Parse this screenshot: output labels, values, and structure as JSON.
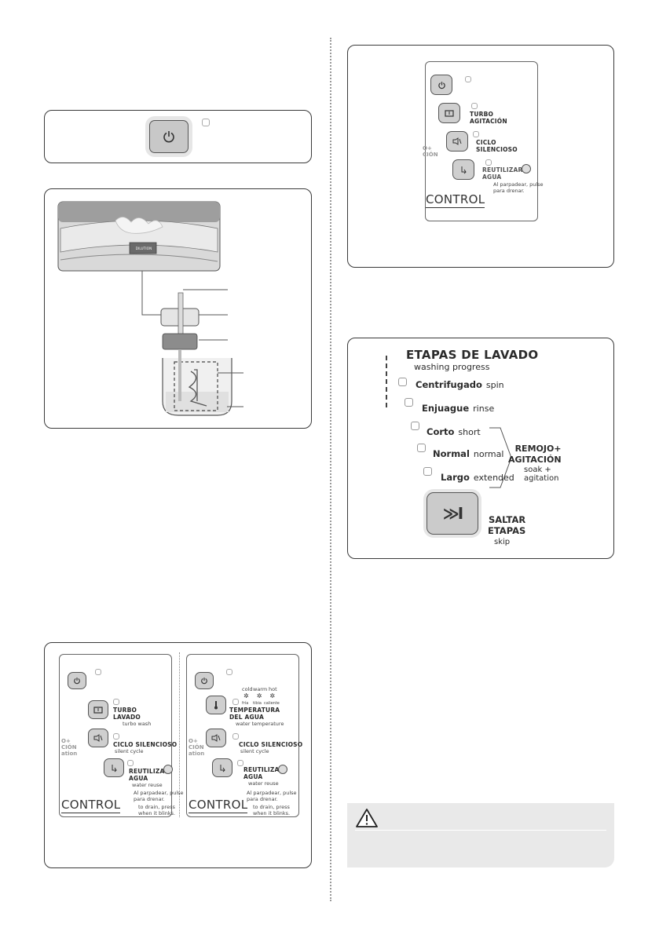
{
  "panel_c": {
    "turbo": "TURBO\nLAVADO",
    "turbo_sub": "turbo wash",
    "silent": "CICLO SILENCIOSO",
    "silent_sub": "silent cycle",
    "reuse": "REUTILIZAR\nAGUA",
    "reuse_sub": "water reuse",
    "note": "Al parpadear, pulse\npara drenar.",
    "note_en": "to drain, press\nwhen it blinks.",
    "control": "CONTROL",
    "faded": "O+\nCIÓN\nation"
  },
  "panel_d": {
    "temp_options": [
      "cold",
      "warm",
      "hot"
    ],
    "temp_options_es": [
      "fría",
      "tibia",
      "caliente"
    ],
    "temp": "TEMPERATURA\nDEL AGUA",
    "temp_sub": "water temperature",
    "silent": "CICLO SILENCIOSO",
    "silent_sub": "silent cycle",
    "reuse": "REUTILIZAR\nAGUA",
    "reuse_sub": "water reuse",
    "note": "Al parpadear, pulse\npara drenar.",
    "note_en": "to drain, press\nwhen it blinks.",
    "control": "CONTROL",
    "faded": "O+\nCIÓN\nation"
  },
  "panel_e": {
    "turbo": "TURBO\nAGITACIÓN",
    "silent": "CICLO\nSILENCIOSO",
    "reuse": "REUTILIZAR\nAGUA",
    "note": "Al parpadear, pulse\npara drenar.",
    "control": "CONTROL",
    "faded": "O+\nCIÓN"
  },
  "panel_f": {
    "title": "ETAPAS DE LAVADO",
    "title_en": "washing progress",
    "steps": [
      {
        "es": "Centrifugado",
        "en": "spin"
      },
      {
        "es": "Enjuague",
        "en": "rinse"
      },
      {
        "es": "Corto",
        "en": "short"
      },
      {
        "es": "Normal",
        "en": "normal"
      },
      {
        "es": "Largo",
        "en": "extended"
      }
    ],
    "soak": "REMOJO+\nAGITACIÓN",
    "soak_en": "soak +\nagitation",
    "skip": "SALTAR\nETAPAS",
    "skip_en": "skip",
    "skip_glyph": "≫I"
  },
  "dispenser": {
    "label": "DILUTION"
  },
  "colors": {
    "border": "#3a3a3a",
    "button": "#cfcfcf",
    "warning_bg": "#e9e9e9"
  }
}
